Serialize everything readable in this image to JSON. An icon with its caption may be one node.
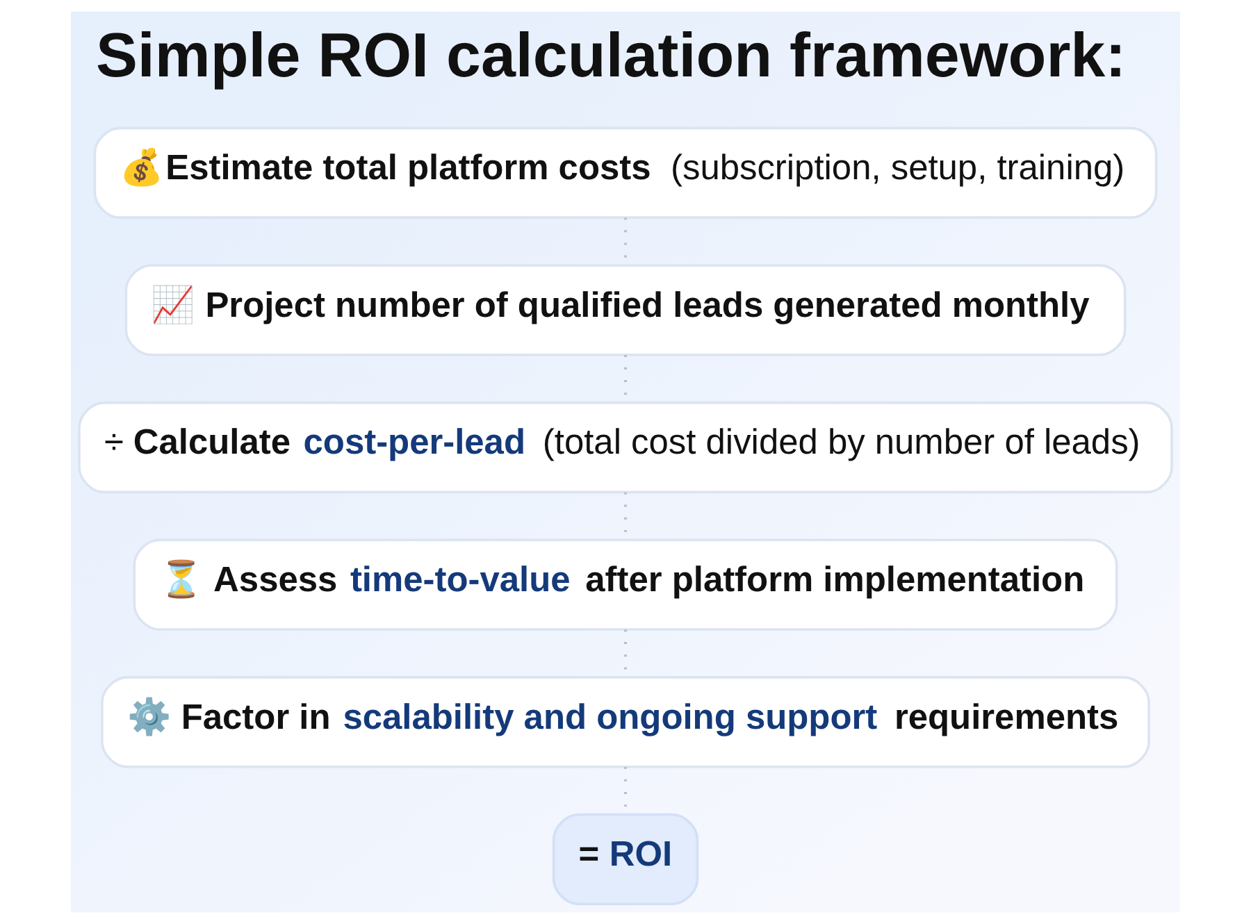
{
  "diagram": {
    "title": "Simple ROI calculation framework:",
    "nodes": [
      {
        "text": [
          "💰**Estimate total platform costs** (subscription, setup, training)"
        ]
      },
      {
        "text": [
          "📈 Project number of qualified leads generated monthly"
        ]
      },
      {
        "text": [
          "÷ **Calculate** **cost-per-lead** (total cost divided by number of leads)"
        ]
      },
      {
        "text": [
          "⏳ **Assess** **time-to-value** **after platform implementation**"
        ]
      },
      {
        "text": [
          "⚙️ **Factor in** **scalability and ongoing support** **requirements**"
        ]
      },
      {
        "text": [
          "**=** **ROI**"
        ]
      }
    ],
    "edges": [
      {
        "from": 0,
        "to": 1,
        "arrow": "none",
        "style": "dashed"
      },
      {
        "from": 1,
        "to": 2,
        "arrow": "none",
        "style": "dashed"
      },
      {
        "from": 2,
        "to": 3,
        "arrow": "none",
        "style": "dashed"
      },
      {
        "from": 3,
        "to": 4,
        "arrow": "none",
        "style": "dashed"
      },
      {
        "from": 4,
        "to": 5,
        "arrow": "none",
        "style": "dashed"
      }
    ]
  }
}
